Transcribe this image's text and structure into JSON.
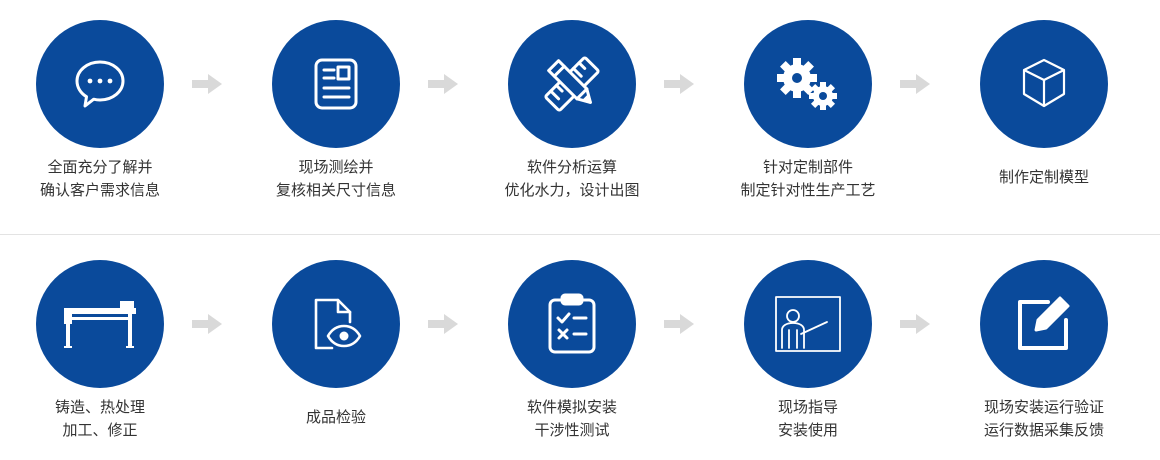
{
  "colors": {
    "circle": "#0a4a9b",
    "arrow": "#d9d9d9",
    "icon": "#ffffff"
  },
  "process": {
    "row1": [
      {
        "icon": "chat-bubble-icon",
        "line1": "全面充分了解并",
        "line2": "确认客户需求信息"
      },
      {
        "icon": "document-icon",
        "line1": "现场测绘并",
        "line2": "复核相关尺寸信息"
      },
      {
        "icon": "pencil-ruler-icon",
        "line1": "软件分析运算",
        "line2": "优化水力，设计出图"
      },
      {
        "icon": "gears-icon",
        "line1": "针对定制部件",
        "line2": "制定针对性生产工艺"
      },
      {
        "icon": "cube-icon",
        "line1": "制作定制模型",
        "line2": ""
      }
    ],
    "row2": [
      {
        "icon": "workbench-icon",
        "line1": "铸造、热处理",
        "line2": "加工、修正"
      },
      {
        "icon": "file-eye-icon",
        "line1": "成品检验",
        "line2": ""
      },
      {
        "icon": "clipboard-checklist-icon",
        "line1": "软件模拟安装",
        "line2": "干涉性测试"
      },
      {
        "icon": "presentation-board-icon",
        "line1": "现场指导",
        "line2": "安装使用"
      },
      {
        "icon": "edit-icon",
        "line1": "现场安装运行验证",
        "line2": "运行数据采集反馈"
      }
    ]
  }
}
